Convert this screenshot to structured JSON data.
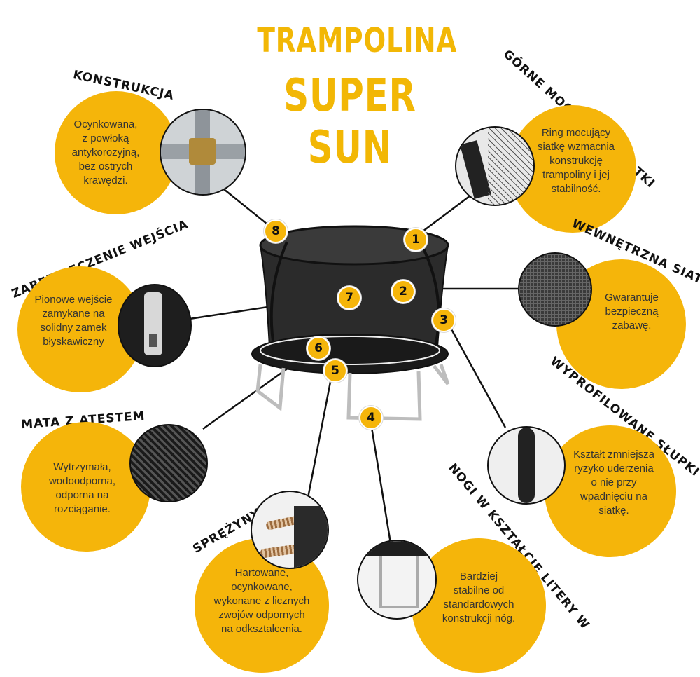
{
  "title": {
    "line1": "TRAMPOLINA",
    "line2": "SUPER SUN"
  },
  "brand_colors": {
    "yellow": "#f5b50a",
    "title_yellow": "#f2b705",
    "dark": "#111111"
  },
  "markers": [
    "1",
    "2",
    "3",
    "4",
    "5",
    "6",
    "7",
    "8"
  ],
  "features": {
    "konstrukcja": {
      "heading": "KONSTRUKCJA",
      "text": [
        "Ocynkowana,",
        "z powłoką",
        "antykorozyjną,",
        "bez ostrych",
        "krawędzi."
      ]
    },
    "gorne": {
      "heading": "GÓRNE MOCOWANIE SIATKI",
      "text": [
        "Ring mocujący",
        "siatkę wzmacnia",
        "konstrukcję",
        "trampoliny i jej",
        "stabilność."
      ]
    },
    "wewnetrzna": {
      "heading": "WEWNĘTRZNA SIATKA",
      "text": [
        "Gwarantuje",
        "bezpieczną",
        "zabawę."
      ]
    },
    "zabezpieczenie": {
      "heading": "ZABEZPIECZENIE WEJŚCIA",
      "text": [
        "Pionowe wejście",
        "zamykane na",
        "solidny zamek",
        "błyskawiczny"
      ]
    },
    "mata": {
      "heading": "MATA Z ATESTEM",
      "text": [
        "Wytrzymała,",
        "wodoodporna,",
        "odporna na",
        "rozciąganie."
      ]
    },
    "slupki": {
      "heading": "WYPROFILOWANE SŁUPKI",
      "text": [
        "Kształt zmniejsza",
        "ryzyko uderzenia",
        "o nie przy",
        "wpadnięciu na",
        "siatkę."
      ]
    },
    "sprezyny": {
      "heading": "SPRĘŻYNY",
      "text": [
        "Hartowane,",
        "ocynkowane,",
        "wykonane z licznych",
        "zwojów odpornych",
        "na odkształcenia."
      ]
    },
    "nogi": {
      "heading": "NOGI W KSZTAŁCIE LITERY W",
      "text": [
        "Bardziej",
        "stabilne od",
        "standardowych",
        "konstrukcji nóg."
      ]
    }
  }
}
